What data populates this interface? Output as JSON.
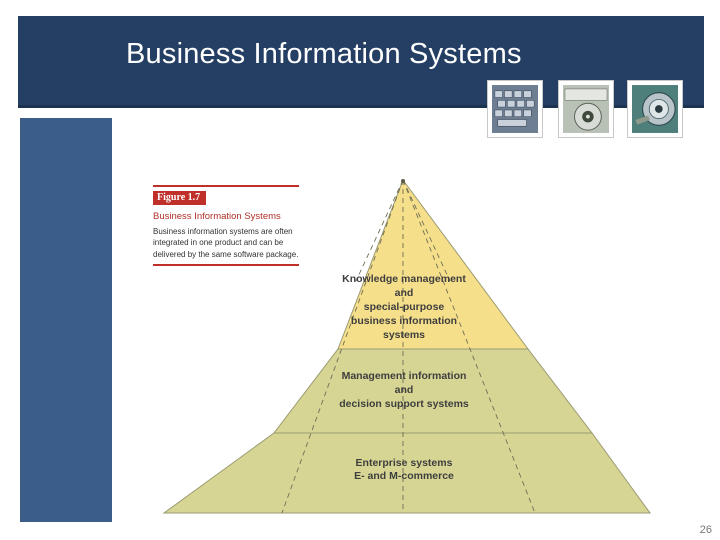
{
  "slide": {
    "title": "Business Information Systems",
    "page_number": "26"
  },
  "thumbnails": [
    {
      "icon": "keyboard-icon"
    },
    {
      "icon": "cd-drive-icon"
    },
    {
      "icon": "lock-icon"
    }
  ],
  "figure": {
    "label": "Figure 1.7",
    "title": "Business Information Systems",
    "caption": "Business information systems are often integrated in one product and can be delivered by the same software package."
  },
  "pyramid": {
    "tiers": [
      {
        "lines": [
          "Knowledge management",
          "and",
          "special-purpose",
          "business information",
          "systems"
        ],
        "color": "#f6df8b"
      },
      {
        "lines": [
          "Management information",
          "and",
          "decision support systems"
        ],
        "color": "#d6d594"
      },
      {
        "lines": [
          "Enterprise systems",
          "E- and M-commerce"
        ],
        "color": "#d6d594"
      }
    ]
  },
  "colors": {
    "title_bar": "#243f63",
    "left_strip": "#3a5d8a",
    "figure_accent": "#c0302a"
  }
}
